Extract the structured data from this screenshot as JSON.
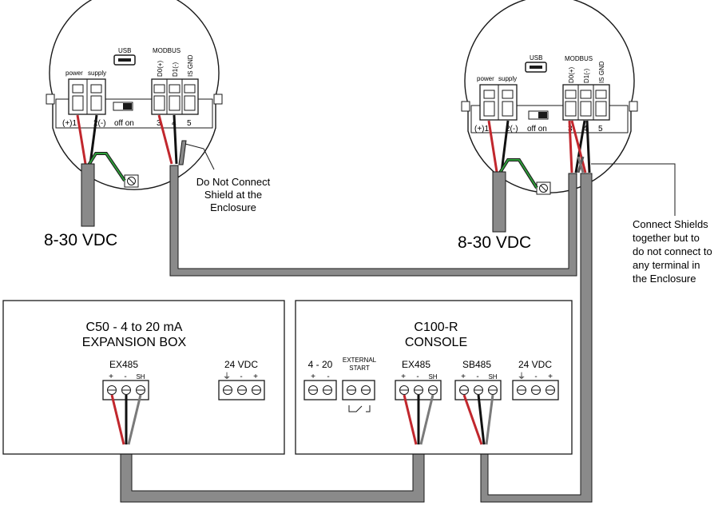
{
  "left_transmitter": {
    "usb": "USB",
    "modbus": "MODBUS",
    "power_label": "power",
    "supply_label": "supply",
    "pin_d0": "D0(+)",
    "pin_d1": "D1(-)",
    "pin_isgnd": "IS GND",
    "term_1": "(+)1",
    "term_2": "2(-)",
    "term_3": "3",
    "term_4": "4",
    "term_5": "5",
    "switch_label": "off on",
    "supply_voltage": "8-30 VDC"
  },
  "right_transmitter": {
    "usb": "USB",
    "modbus": "MODBUS",
    "power_label": "power",
    "supply_label": "supply",
    "pin_d0": "D0(+)",
    "pin_d1": "D1(-)",
    "pin_isgnd": "IS GND",
    "term_1": "(+)1",
    "term_2": "2(-)",
    "term_3": "3",
    "term_4": "4",
    "term_5": "5",
    "switch_label": "off on",
    "supply_voltage": "8-30 VDC"
  },
  "notes": {
    "do_not_connect": [
      "Do Not Connect",
      "Shield at the",
      "Enclosure"
    ],
    "connect_shields": [
      "Connect Shields",
      "together but to",
      "do not connect to",
      "any terminal in",
      "the Enclosure"
    ]
  },
  "expansion_box": {
    "title_line1": "C50 - 4 to 20 mA",
    "title_line2": "EXPANSION BOX",
    "ex485_label": "EX485",
    "vdc_label": "24 VDC",
    "plus": "+",
    "minus": "-",
    "sh": "SH",
    "ground": "⏚"
  },
  "console": {
    "title_line1": "C100-R",
    "title_line2": "CONSOLE",
    "analog_label": "4 - 20",
    "external_line1": "EXTERNAL",
    "external_line2": "START",
    "ex485_label": "EX485",
    "sb485_label": "SB485",
    "vdc_label": "24 VDC",
    "plus": "+",
    "minus": "-",
    "sh": "SH",
    "ground": "⏚"
  },
  "colors": {
    "cable": "#8a8a8a",
    "wire_red": "#c1272d",
    "wire_black": "#111111",
    "wire_gray": "#7a7a7a",
    "wire_green": "#2e9e3a",
    "stroke": "#1a1a1a"
  }
}
